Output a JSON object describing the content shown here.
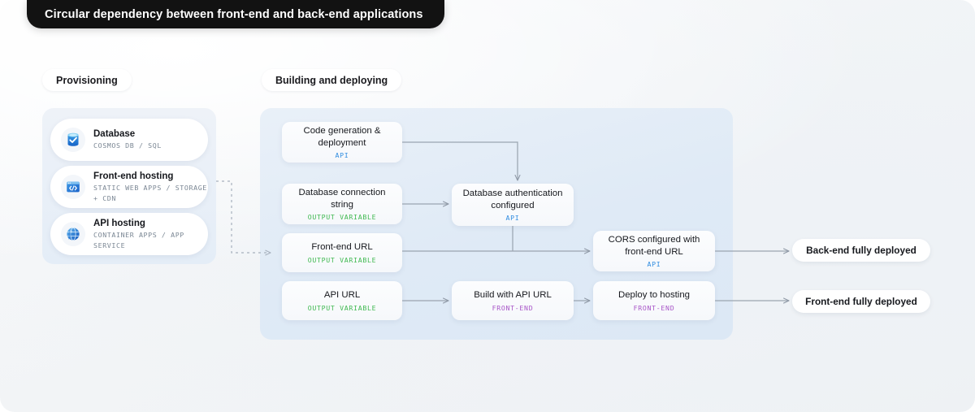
{
  "title": "Circular dependency between front-end and back-end applications",
  "sections": [
    {
      "id": "provisioning",
      "label": "Provisioning"
    },
    {
      "id": "building",
      "label": "Building and deploying"
    }
  ],
  "provisioning": {
    "resources": [
      {
        "icon": "database-icon",
        "title": "Database",
        "subtitle": "COSMOS DB / SQL"
      },
      {
        "icon": "code-window-icon",
        "title": "Front-end hosting",
        "subtitle": "STATIC WEB APPS / STORAGE + CDN"
      },
      {
        "icon": "globe-icon",
        "title": "API hosting",
        "subtitle": "CONTAINER APPS / APP SERVICE"
      }
    ]
  },
  "building": {
    "cards": [
      {
        "id": "code-generation",
        "label": "Code generation & deployment",
        "tag": "API",
        "tag_type": "api"
      },
      {
        "id": "database-connection-string",
        "label": "Database connection string",
        "tag": "OUTPUT VARIABLE",
        "tag_type": "output"
      },
      {
        "id": "front-end-url",
        "label": "Front-end URL",
        "tag": "OUTPUT VARIABLE",
        "tag_type": "output"
      },
      {
        "id": "api-url",
        "label": "API URL",
        "tag": "OUTPUT VARIABLE",
        "tag_type": "output"
      },
      {
        "id": "database-authentication",
        "label": "Database authentication configured",
        "tag": "API",
        "tag_type": "api"
      },
      {
        "id": "build-with-api-url",
        "label": "Build with API URL",
        "tag": "FRONT-END",
        "tag_type": "frontend"
      },
      {
        "id": "cors-configured",
        "label": "CORS configured with front-end URL",
        "tag": "API",
        "tag_type": "api"
      },
      {
        "id": "deploy-to-hosting",
        "label": "Deploy to hosting",
        "tag": "FRONT-END",
        "tag_type": "frontend"
      }
    ]
  },
  "results": [
    {
      "id": "backend-deployed",
      "label": "Back-end fully deployed"
    },
    {
      "id": "frontend-deployed",
      "label": "Front-end fully deployed"
    }
  ],
  "colors": {
    "title_pill_bg": "#121212",
    "tag_api": "#2f8ce0",
    "tag_output": "#3fb950",
    "tag_frontend": "#a855c8",
    "connector": "#9aa5b1",
    "panel_provisioning": "#e8eef7",
    "panel_building": "#e3ecf7"
  }
}
